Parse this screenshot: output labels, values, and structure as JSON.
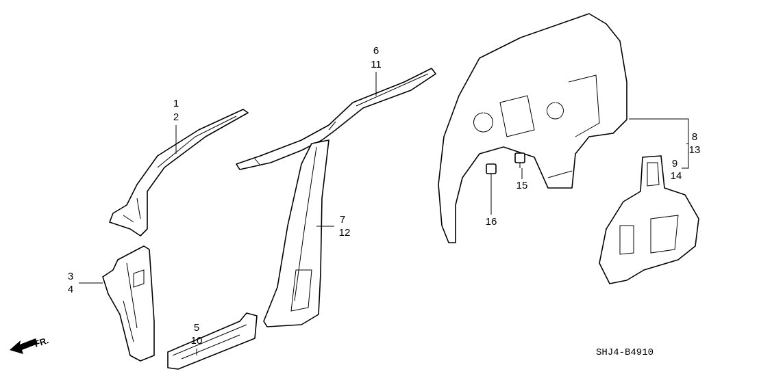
{
  "diagram_code": "SHJ4-B4910",
  "front_indicator": "FR.",
  "callouts": [
    {
      "id": "a",
      "numbers": [
        "1",
        "2"
      ]
    },
    {
      "id": "b",
      "numbers": [
        "3",
        "4"
      ]
    },
    {
      "id": "c",
      "numbers": [
        "5",
        "10"
      ]
    },
    {
      "id": "d",
      "numbers": [
        "6",
        "11"
      ]
    },
    {
      "id": "e",
      "numbers": [
        "7",
        "12"
      ]
    },
    {
      "id": "f",
      "numbers": [
        "8",
        "13"
      ]
    },
    {
      "id": "g",
      "numbers": [
        "9",
        "14"
      ]
    },
    {
      "id": "h",
      "numbers": [
        "15"
      ]
    },
    {
      "id": "i",
      "numbers": [
        "16"
      ]
    }
  ]
}
